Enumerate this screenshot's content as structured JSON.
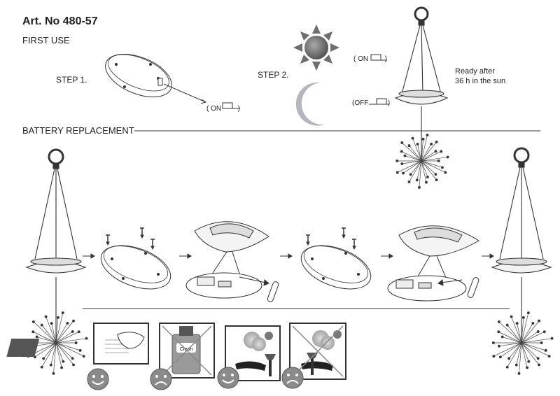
{
  "header": {
    "title": "Art. No 480-57",
    "subtitle": "FIRST USE"
  },
  "first_use": {
    "step1_label": "STEP 1.",
    "step1_switch": "( ON",
    "step1_switch_close": ")",
    "step2_label": "STEP 2.",
    "switch_on": "( ON",
    "switch_on_close": ")",
    "switch_off": "(OFF",
    "switch_off_close": ")",
    "ready_line1": "Ready after",
    "ready_line2": "36 h in the sun"
  },
  "battery": {
    "section_title": "BATTERY REPLACEMENT",
    "battery_label": "Clean"
  },
  "colors": {
    "line": "#333333",
    "sun": "#6e6e6e",
    "moon": "#b5b5bd",
    "frame": "#333333",
    "face": "#8a8a8a"
  }
}
